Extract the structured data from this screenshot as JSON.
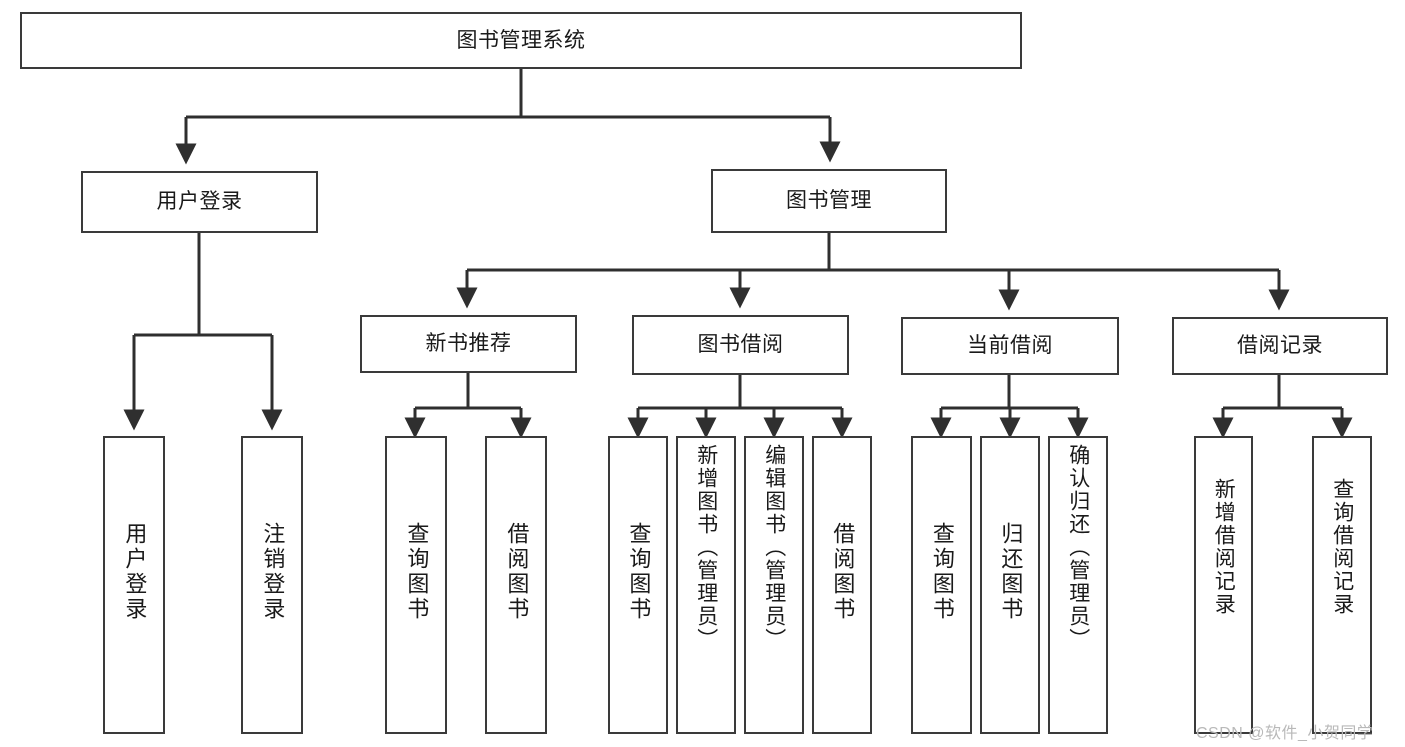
{
  "diagram": {
    "title": "图书管理系统",
    "type": "tree-hierarchy-diagram",
    "colors": {
      "box_border": "#3a3a3a",
      "box_fill": "#ffffff",
      "edge": "#2f2f2f",
      "text": "#1a1a1a",
      "watermark": "#b9b9b9"
    },
    "nodes": {
      "root": {
        "label": "图书管理系统"
      },
      "level2": [
        {
          "label": "用户登录"
        },
        {
          "label": "图书管理"
        }
      ],
      "level3": [
        {
          "label": "新书推荐"
        },
        {
          "label": "图书借阅"
        },
        {
          "label": "当前借阅"
        },
        {
          "label": "借阅记录"
        }
      ],
      "leaves": {
        "user_login": [
          {
            "label": "用户登录"
          },
          {
            "label": "注销登录"
          }
        ],
        "new_book_recommend": [
          {
            "label": "查询图书"
          },
          {
            "label": "借阅图书"
          }
        ],
        "book_borrow": [
          {
            "label": "查询图书"
          },
          {
            "label": "新增图书（管理员）"
          },
          {
            "label": "编辑图书（管理员）"
          },
          {
            "label": "借阅图书"
          }
        ],
        "current_borrow": [
          {
            "label": "查询图书"
          },
          {
            "label": "归还图书"
          },
          {
            "label": "确认归还（管理员）"
          }
        ],
        "borrow_record": [
          {
            "label": "新增借阅记录"
          },
          {
            "label": "查询借阅记录"
          }
        ]
      }
    },
    "watermark": "CSDN @软件_小贺同学"
  }
}
